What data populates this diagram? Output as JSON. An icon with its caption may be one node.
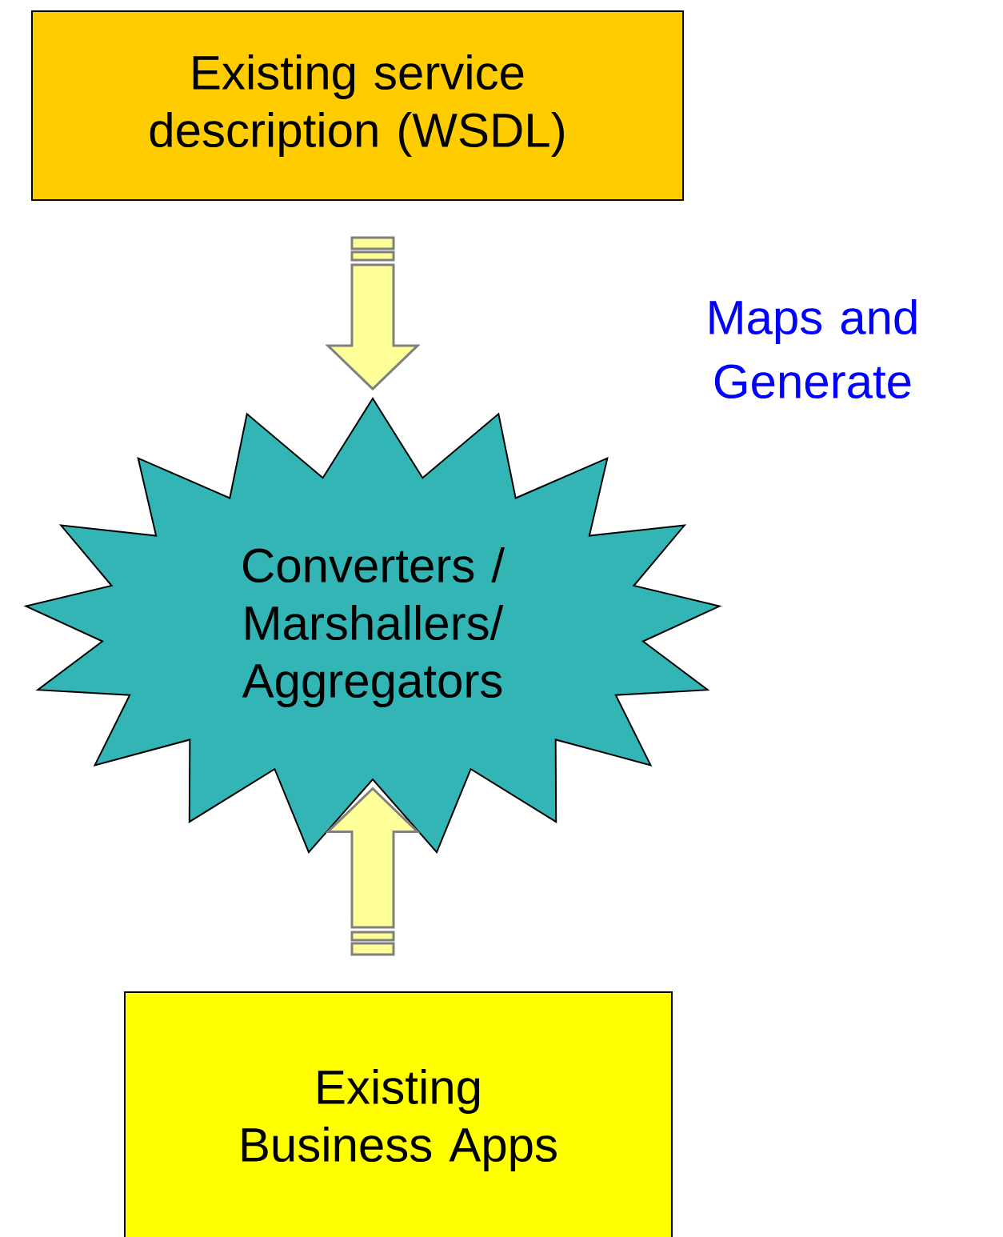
{
  "diagram": {
    "nodes": [
      {
        "text": [
          "Existing service description (WSDL)"
        ]
      },
      {
        "text": [
          "Converters / Marshallers/ Aggregators"
        ]
      },
      {
        "text": [
          "Existing Business Apps"
        ]
      }
    ],
    "edges": [
      {
        "from": 0,
        "to": 1,
        "arrow": "to"
      },
      {
        "from": 2,
        "to": 1,
        "arrow": "to"
      }
    ],
    "labels": [
      "Maps and Generate"
    ]
  }
}
